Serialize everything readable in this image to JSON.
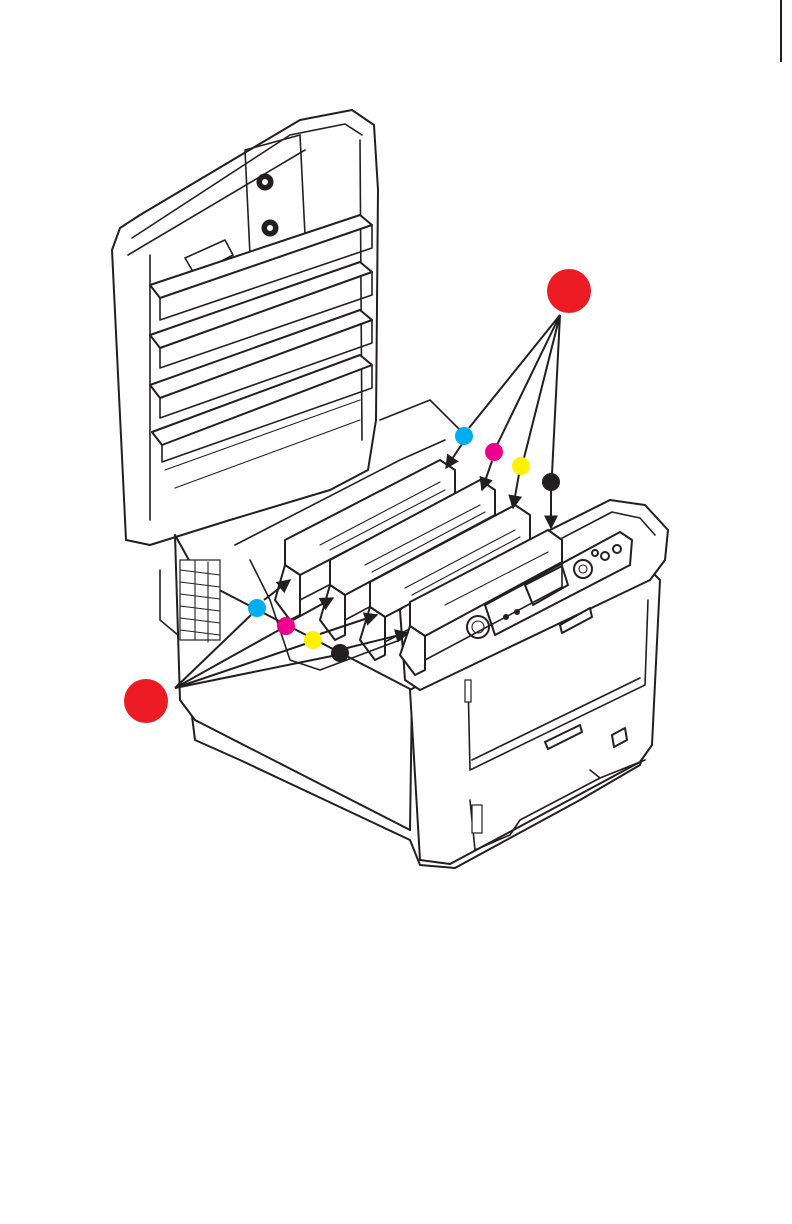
{
  "page": {
    "background": "#ffffff",
    "outline_color": "#231f20"
  },
  "illustration": {
    "subject": "printer-open-cover-image-drums",
    "callout_badge_color": "#ed1c24",
    "toner_colors": {
      "cyan": "#00aeef",
      "magenta": "#ec008c",
      "yellow": "#fff200",
      "black": "#231f20"
    },
    "callouts": [
      {
        "id": "callout-upper",
        "badge_color": "#ed1c24",
        "dots": [
          "cyan",
          "magenta",
          "yellow",
          "black"
        ]
      },
      {
        "id": "callout-lower",
        "badge_color": "#ed1c24",
        "dots": [
          "cyan",
          "magenta",
          "yellow",
          "black"
        ]
      }
    ]
  }
}
